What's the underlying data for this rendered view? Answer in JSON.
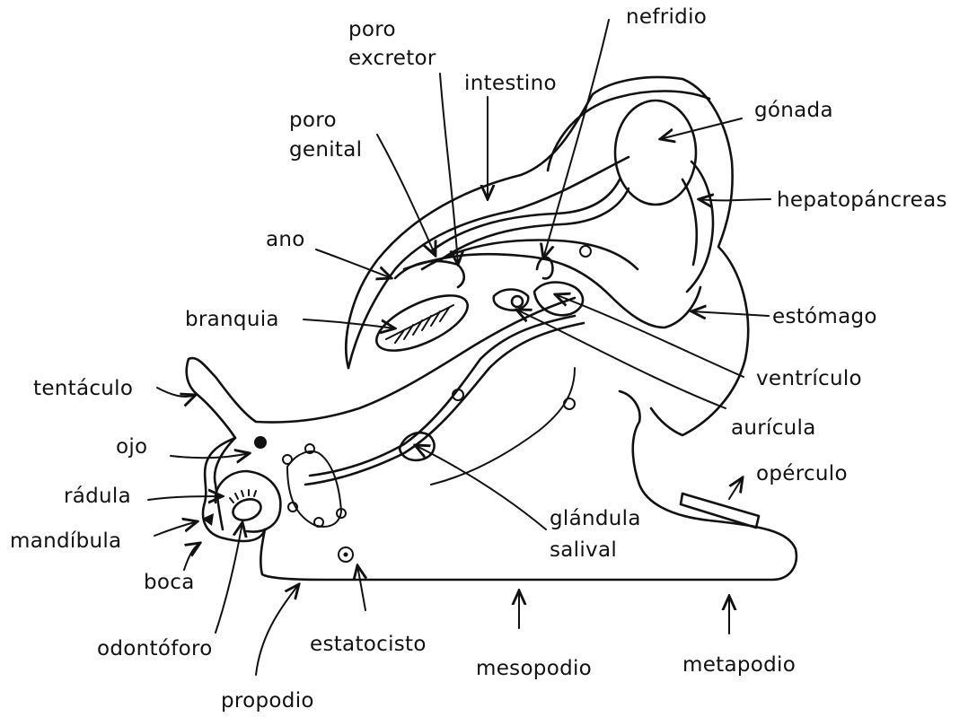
{
  "labels": {
    "poro_excretor_1": "poro",
    "poro_excretor_2": "excretor",
    "nefridio": "nefridio",
    "intestino": "intestino",
    "poro_genital_1": "poro",
    "poro_genital_2": "genital",
    "gonada": "gónada",
    "hepatopancreas": "hepatopáncreas",
    "ano": "ano",
    "branquia": "branquia",
    "estomago": "estómago",
    "tentaculo": "tentáculo",
    "ventriculo": "ventrículo",
    "ojo": "ojo",
    "auricula": "aurícula",
    "radula": "rádula",
    "operculo": "opérculo",
    "mandibula": "mandíbula",
    "glandula_1": "glándula",
    "glandula_2": "salival",
    "boca": "boca",
    "odontoforo": "odontóforo",
    "estatocisto": "estatocisto",
    "mesopodio": "mesopodio",
    "metapodio": "metapodio",
    "propodio": "propodio"
  }
}
